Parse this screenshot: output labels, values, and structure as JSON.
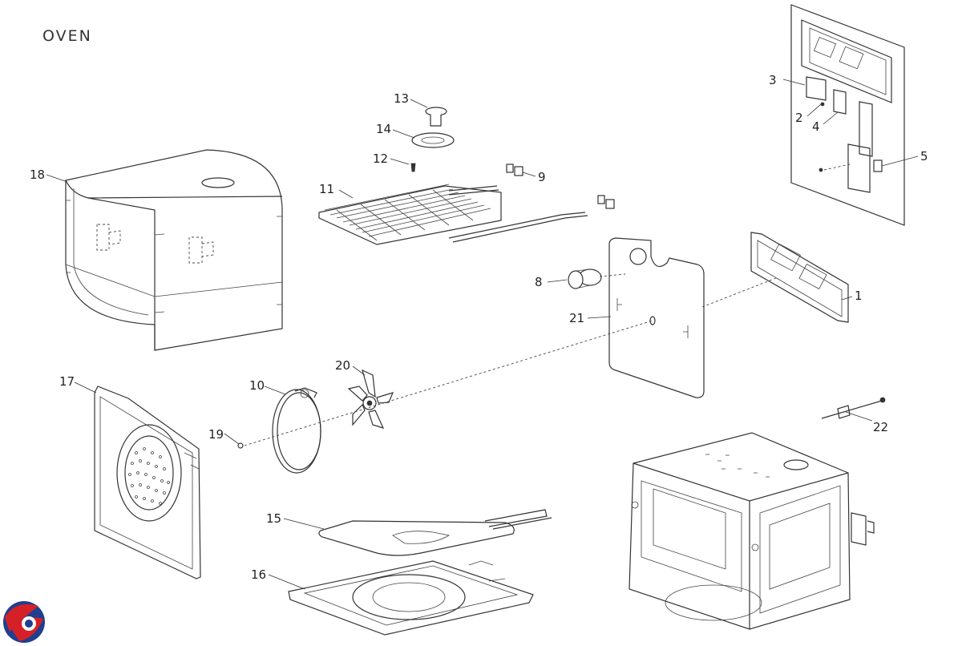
{
  "diagram": {
    "title": "OVEN",
    "part_numbers": [
      "1",
      "2",
      "3",
      "4",
      "5",
      "8",
      "9",
      "10",
      "11",
      "12",
      "13",
      "14",
      "15",
      "16",
      "17",
      "18",
      "19",
      "20",
      "21",
      "22"
    ]
  },
  "colors": {
    "logo_red": "#d62027",
    "logo_blue": "#1f3f8f",
    "line": "#333333"
  },
  "icons": {
    "logo": "company-logo-icon"
  }
}
